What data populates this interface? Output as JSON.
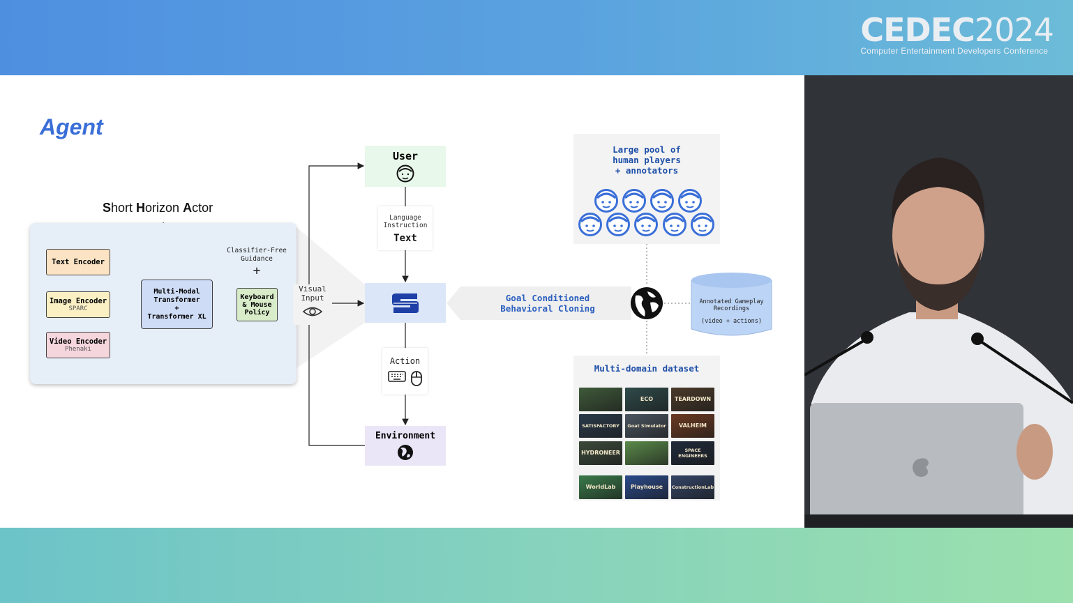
{
  "header": {
    "logo_main": "CEDEC",
    "logo_year": "2024",
    "logo_sub": "Computer Entertainment Developers Conference"
  },
  "slide": {
    "title": "Agent",
    "actor": {
      "title_parts": [
        "S",
        "hort ",
        "H",
        "orizon ",
        "A",
        "ctor"
      ],
      "text_encoder": "Text Encoder",
      "image_encoder": "Image Encoder",
      "image_encoder_sub": "SPARC",
      "video_encoder": "Video Encoder",
      "video_encoder_sub": "Phenaki",
      "transformer_l1": "Multi-Modal",
      "transformer_l2": "Transformer",
      "transformer_l3": "+",
      "transformer_l4": "Transformer XL",
      "cfg_l1": "Classifier-Free",
      "cfg_l2": "Guidance",
      "cfg_plus": "+",
      "policy_l1": "Keyboard",
      "policy_l2": "& Mouse",
      "policy_l3": "Policy"
    },
    "visual_input_l1": "Visual",
    "visual_input_l2": "Input",
    "user": "User",
    "language_l1": "Language",
    "language_l2": "Instruction",
    "text_label": "Text",
    "action": "Action",
    "environment": "Environment",
    "gcbc_l1": "Goal Conditioned",
    "gcbc_l2": "Behavioral Cloning",
    "pool_l1": "Large pool of",
    "pool_l2": "human players",
    "pool_l3": "+ annotators",
    "db_l1": "Annotated Gameplay",
    "db_l2": "Recordings",
    "db_l3": "(video + actions)",
    "dataset_title": "Multi-domain dataset",
    "games": [
      "",
      "ECO",
      "TEARDOWN",
      "SATISFACTORY",
      "Goat Simulator",
      "VALHEIM",
      "HYDRONEER",
      "",
      "SPACE ENGINEERS",
      "WorldLab",
      "Playhouse",
      "ConstructionLab"
    ],
    "colors": {
      "accent": "#3a6fd8",
      "dark_blue": "#1e4fa8"
    }
  }
}
